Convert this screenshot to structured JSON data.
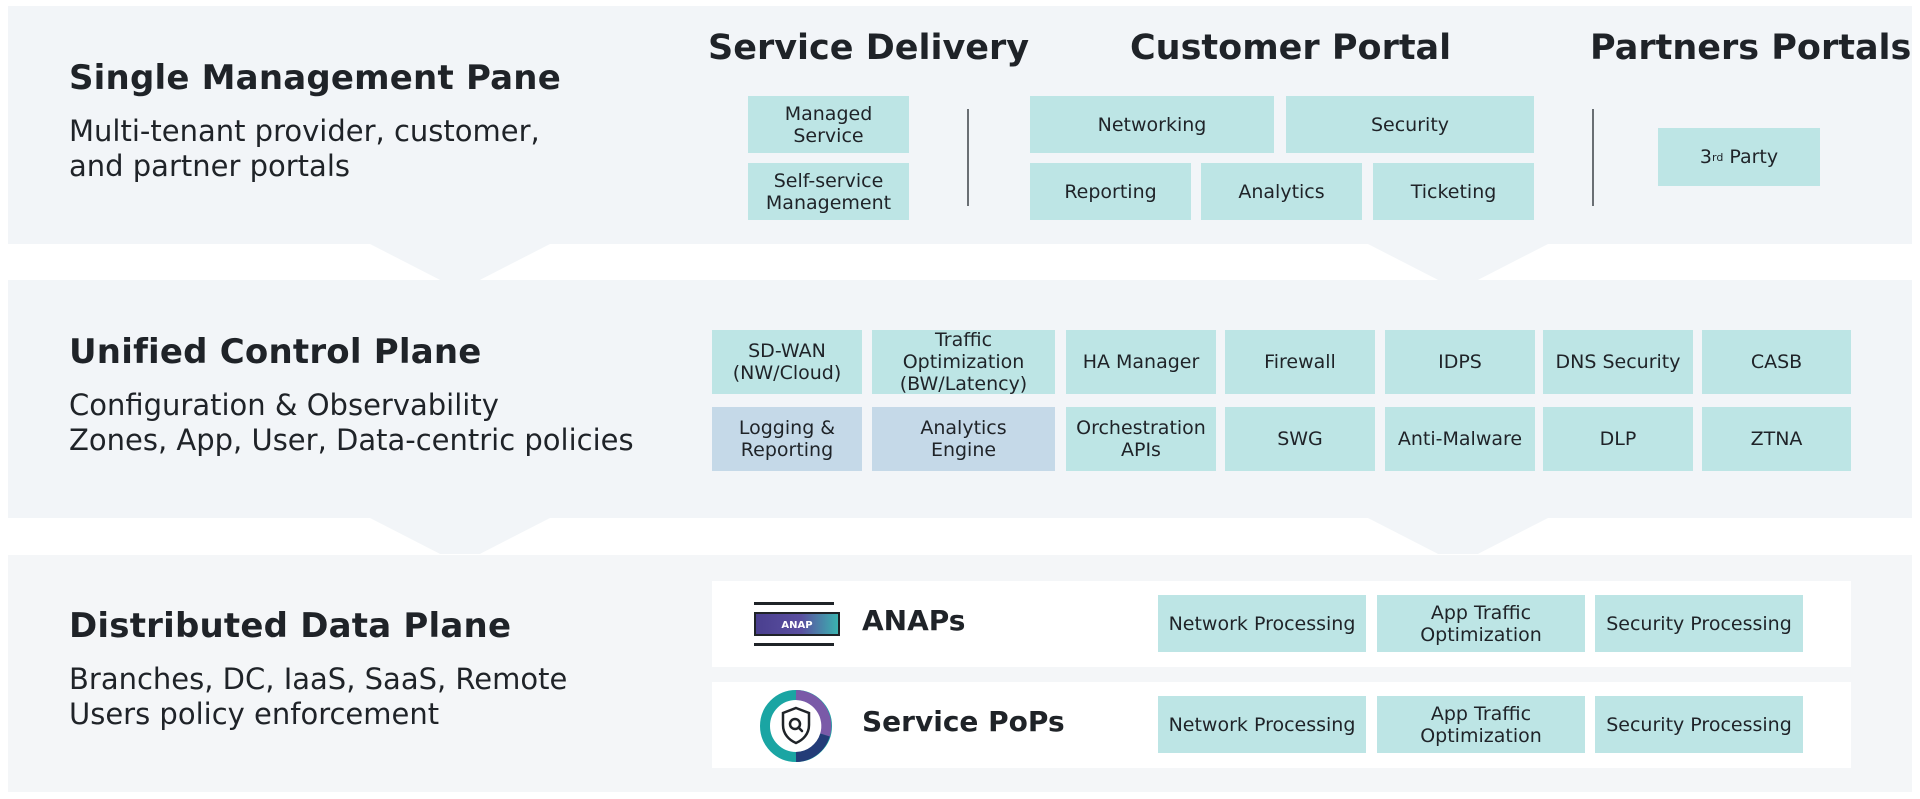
{
  "management": {
    "title": "Single Management Pane",
    "subtitle": "Multi-tenant provider, customer,\nand partner portals",
    "columns": {
      "service_delivery": {
        "heading": "Service Delivery",
        "items": [
          "Managed\nService",
          "Self-service\nManagement"
        ]
      },
      "customer_portal": {
        "heading": "Customer Portal",
        "items": [
          "Networking",
          "Security",
          "Reporting",
          "Analytics",
          "Ticketing"
        ]
      },
      "partners_portals": {
        "heading": "Partners Portals",
        "item_base": "3",
        "item_sup": "rd",
        "item_rest": " Party"
      }
    }
  },
  "control": {
    "title": "Unified Control Plane",
    "subtitle": "Configuration & Observability\nZones, App, User, Data-centric policies",
    "row1": [
      "SD-WAN\n(NW/Cloud)",
      "Traffic Optimization\n(BW/Latency)",
      "HA Manager",
      "Firewall",
      "IDPS",
      "DNS Security",
      "CASB"
    ],
    "row2": [
      "Logging &\nReporting",
      "Analytics\nEngine",
      "Orchestration\nAPIs",
      "SWG",
      "Anti-Malware",
      "DLP",
      "ZTNA"
    ]
  },
  "data": {
    "title": "Distributed Data Plane",
    "subtitle": "Branches, DC, IaaS, SaaS, Remote\nUsers policy enforcement",
    "rows": [
      {
        "label": "ANAPs",
        "icon_text": "ANAP",
        "icon": "anap-appliance-icon",
        "items": [
          "Network Processing",
          "App Traffic\nOptimization",
          "Security Processing"
        ]
      },
      {
        "label": "Service PoPs",
        "icon": "shield-search-icon",
        "items": [
          "Network Processing",
          "App Traffic\nOptimization",
          "Security Processing"
        ]
      }
    ]
  },
  "colors": {
    "band": "#f2f5f8",
    "box": "#bde5e5",
    "box_blue": "#c5d9e8",
    "anap_purple": "#4a3f8f",
    "anap_teal": "#3bb3b0"
  }
}
